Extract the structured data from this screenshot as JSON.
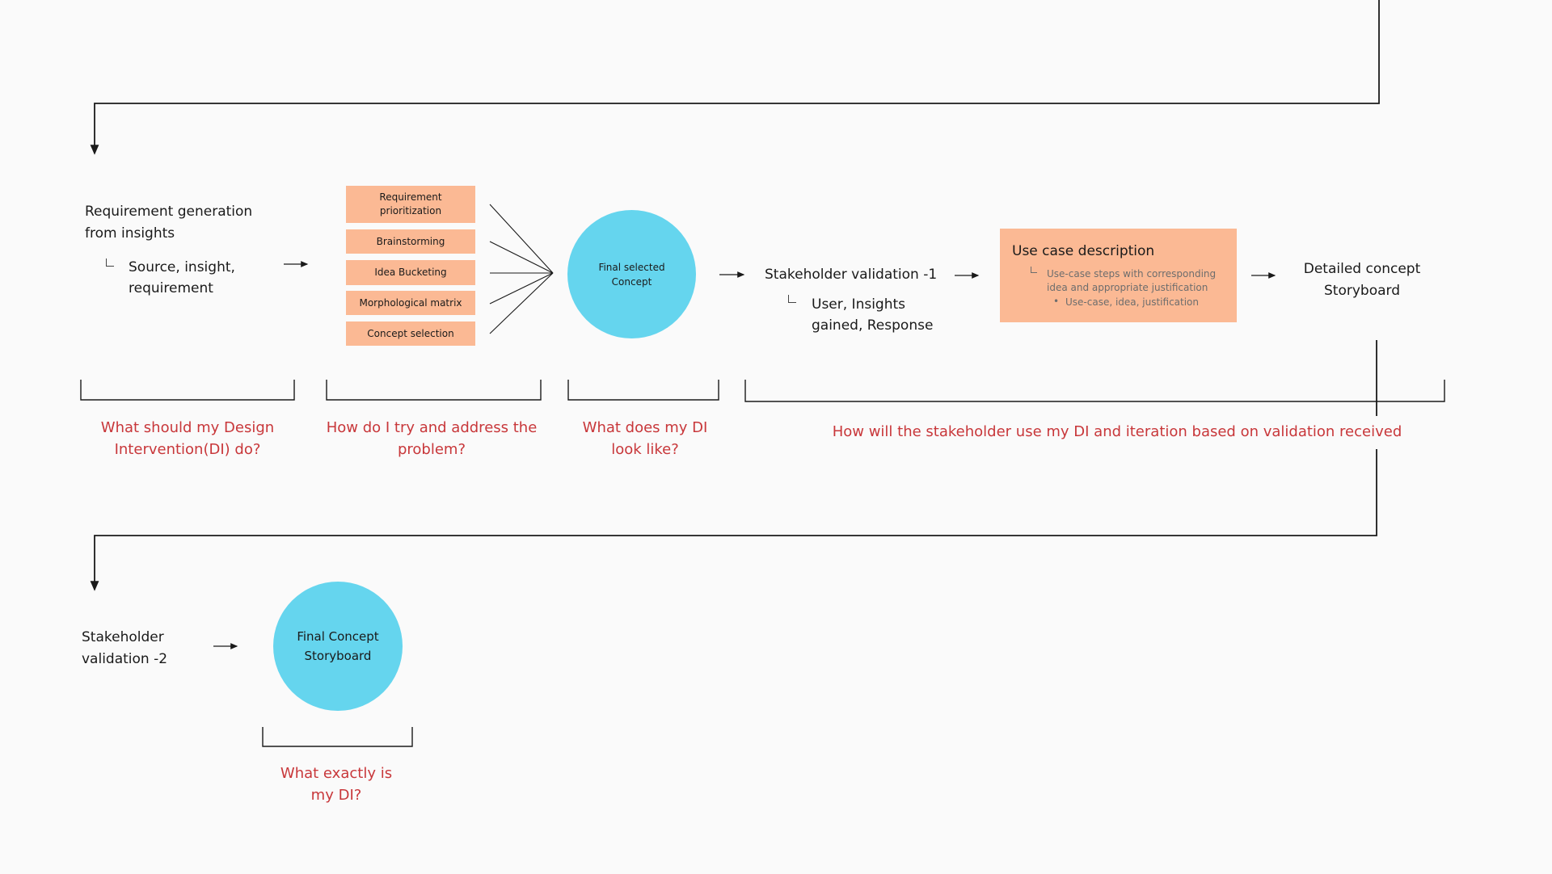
{
  "colors": {
    "background": "#fafafa",
    "line": "#1a1a1a",
    "method_box": "#fbb994",
    "use_case_box": "#fbb994",
    "concept_circle": "#65d5ee",
    "question_text": "#c8373a",
    "sub_detail_text": "#6d6d6d"
  },
  "steps": {
    "requirement_generation": {
      "title_lines": [
        "Requirement generation",
        "from insights"
      ],
      "sub_lines": [
        "Source, insight,",
        "requirement"
      ]
    },
    "methods": [
      {
        "lines": [
          "Requirement",
          "prioritization"
        ]
      },
      {
        "lines": [
          "Brainstorming"
        ]
      },
      {
        "lines": [
          "Idea Bucketing"
        ]
      },
      {
        "lines": [
          "Morphological matrix"
        ]
      },
      {
        "lines": [
          "Concept selection"
        ]
      }
    ],
    "final_selected_concept": {
      "lines": [
        "Final selected",
        "Concept"
      ]
    },
    "stakeholder_validation_1": {
      "title": "Stakeholder validation -1",
      "sub_lines": [
        "User, Insights",
        "gained, Response"
      ]
    },
    "use_case": {
      "title": "Use case description",
      "detail_lines": [
        "Use-case steps with corresponding",
        "idea and appropriate justification"
      ],
      "bullet": "Use-case, idea, justification"
    },
    "detailed_concept": {
      "lines": [
        "Detailed concept",
        "Storyboard"
      ]
    },
    "stakeholder_validation_2": {
      "lines": [
        "Stakeholder",
        "validation -2"
      ]
    },
    "final_concept_storyboard": {
      "lines": [
        "Final Concept",
        "Storyboard"
      ]
    }
  },
  "questions": {
    "q1": [
      "What should my Design",
      "Intervention(DI) do?"
    ],
    "q2": [
      "How do I try and address the",
      "problem?"
    ],
    "q3": [
      "What does my DI",
      "look like?"
    ],
    "q4": [
      "How will the stakeholder use my DI and iteration based on validation received"
    ],
    "q5": [
      "What exactly is",
      "my DI?"
    ]
  }
}
